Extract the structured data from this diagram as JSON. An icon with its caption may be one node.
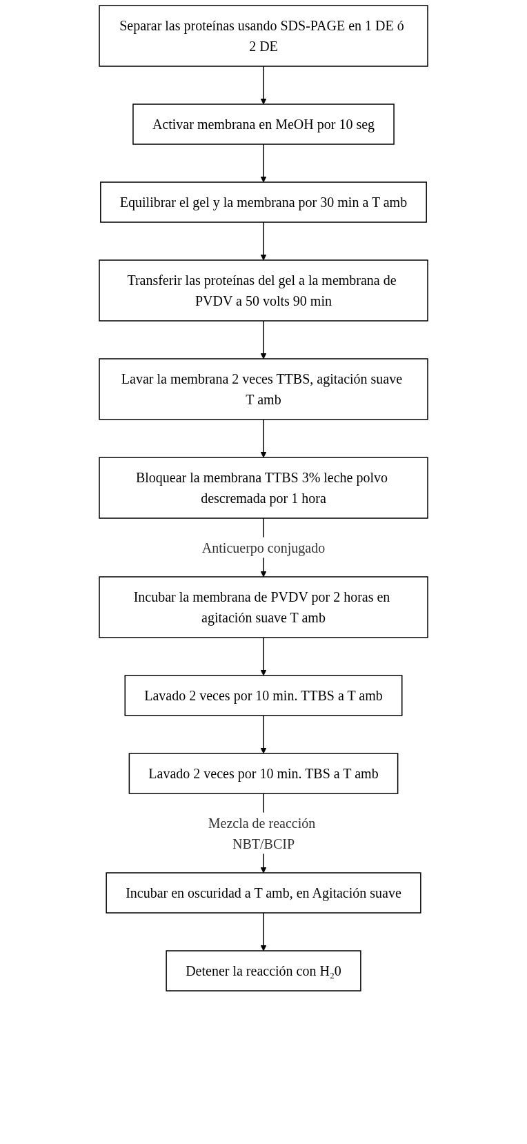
{
  "diagram": {
    "nodes": [
      {
        "text": [
          "Separar las proteínas usando SDS-PAGE en 1 DE ó 2 DE"
        ]
      },
      {
        "text": [
          "Activar membrana en MeOH por 10 seg"
        ]
      },
      {
        "text": [
          "Equilibrar el gel y la membrana por 30 min a T amb"
        ]
      },
      {
        "text": [
          "Transferir las proteínas del gel a la membrana de PVDV a 50 volts 90 min"
        ]
      },
      {
        "text": [
          "Lavar la membrana 2 veces TTBS, agitación suave T amb"
        ]
      },
      {
        "text": [
          "Bloquear la membrana TTBS 3% leche polvo descremada por 1 hora"
        ]
      },
      {
        "text": [
          "Incubar la membrana de PVDV por 2 horas en agitación suave T amb"
        ]
      },
      {
        "text": [
          "Lavado 2 veces por 10 min. TTBS a T amb"
        ]
      },
      {
        "text": [
          "Lavado 2 veces por 10 min. TBS a T amb"
        ]
      },
      {
        "text": [
          "Incubar en oscuridad a T amb, en Agitación suave"
        ]
      },
      {
        "text": [
          "Detener la reacción con H₂0"
        ]
      }
    ],
    "edges": [
      {
        "from": 0,
        "to": 1,
        "arrow": "to"
      },
      {
        "from": 1,
        "to": 2,
        "arrow": "to"
      },
      {
        "from": 2,
        "to": 3,
        "arrow": "to"
      },
      {
        "from": 3,
        "to": 4,
        "arrow": "to"
      },
      {
        "from": 4,
        "to": 5,
        "arrow": "to"
      },
      {
        "from": 5,
        "to": 6,
        "arrow": "to",
        "label": "Anticuerpo conjugado"
      },
      {
        "from": 6,
        "to": 7,
        "arrow": "to"
      },
      {
        "from": 7,
        "to": 8,
        "arrow": "to"
      },
      {
        "from": 8,
        "to": 9,
        "arrow": "to",
        "label": "Mezcla de reacción NBT/BCIP"
      },
      {
        "from": 9,
        "to": 10,
        "arrow": "to"
      }
    ]
  }
}
